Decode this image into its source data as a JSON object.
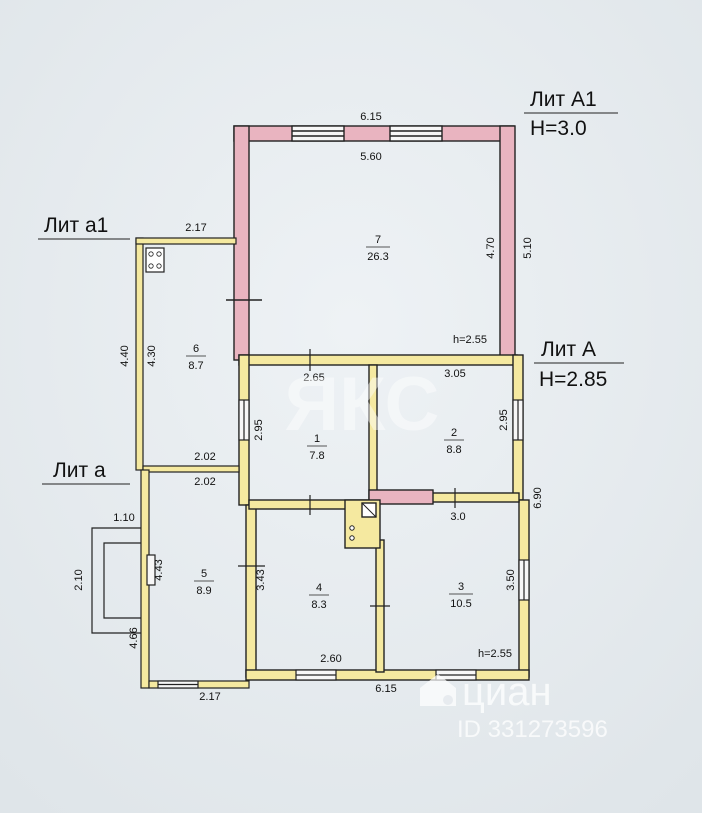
{
  "labels": {
    "lit_a1_upper": "Лит А1",
    "height_a1": "H=3.0",
    "lit_a": "Лит А",
    "height_a": "H=2.85",
    "lit_a1_lower": "Лит а1",
    "lit_a_lower": "Лит а"
  },
  "dimensions": {
    "top_outer": "6.15",
    "top_inner": "5.60",
    "a1_right_inner": "4.70",
    "a1_right_outer": "5.10",
    "a1_ceiling": "h=2.55",
    "annex_top": "2.17",
    "annex_left_outer": "4.40",
    "annex_left_inner": "4.30",
    "annex_mid_top": "2.02",
    "annex_mid_bottom": "2.02",
    "room1_left": "2.95",
    "room1_top": "2.65",
    "room2_top": "3.05",
    "room2_right": "2.95",
    "house_right": "6.90",
    "room3_top": "3.0",
    "room3_right": "3.50",
    "porch_top": "1.10",
    "porch_left": "2.10",
    "room5_left": "4.43",
    "room5_left_outer": "4.66",
    "room4_left": "3.43",
    "room4_bottom": "2.60",
    "house_bottom": "6.15",
    "annex_bottom": "2.17",
    "house_ceiling": "h=2.55"
  },
  "rooms": [
    {
      "number": "7",
      "area": "26.3"
    },
    {
      "number": "6",
      "area": "8.7"
    },
    {
      "number": "1",
      "area": "7.8"
    },
    {
      "number": "2",
      "area": "8.8"
    },
    {
      "number": "5",
      "area": "8.9"
    },
    {
      "number": "4",
      "area": "8.3"
    },
    {
      "number": "3",
      "area": "10.5"
    }
  ],
  "watermarks": {
    "center": "ЯКС",
    "brand": "циан",
    "id": "ID 331273596"
  },
  "colors": {
    "background": "#e9eef1",
    "wall_fill": "#f5e9a0",
    "wall_a1_fill": "#e9b4c0",
    "line": "#222222"
  }
}
